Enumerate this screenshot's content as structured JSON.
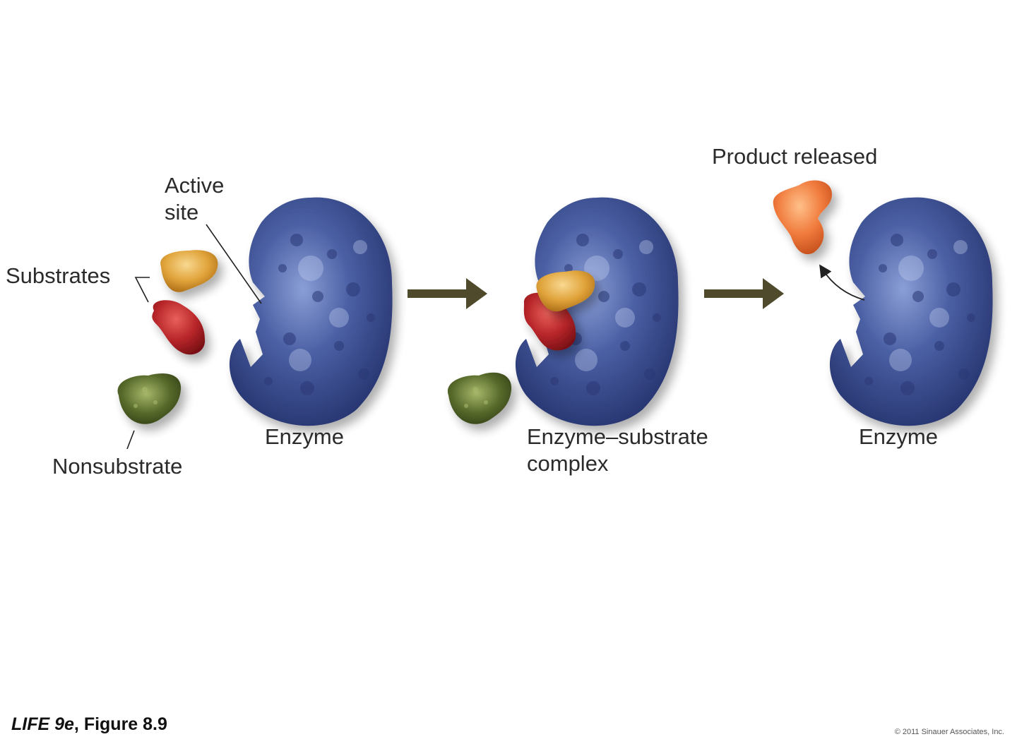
{
  "labels": {
    "active_site_line1": "Active",
    "active_site_line2": "site",
    "substrates": "Substrates",
    "nonsubstrate": "Nonsubstrate",
    "enzyme_1": "Enzyme",
    "complex_line1": "Enzyme–substrate",
    "complex_line2": "complex",
    "product_released": "Product released",
    "enzyme_2": "Enzyme"
  },
  "footer": {
    "book_title": "LIFE 9e",
    "figure_ref": ", Figure 8.9",
    "copyright": "© 2011 Sinauer Associates, Inc."
  },
  "colors": {
    "enzyme": "#3b4f91",
    "substrate_yellow": "#e0a33a",
    "substrate_red": "#b8262a",
    "nonsubstrate": "#56692a",
    "product": "#f07a3c",
    "arrow": "#4f4a2c"
  }
}
